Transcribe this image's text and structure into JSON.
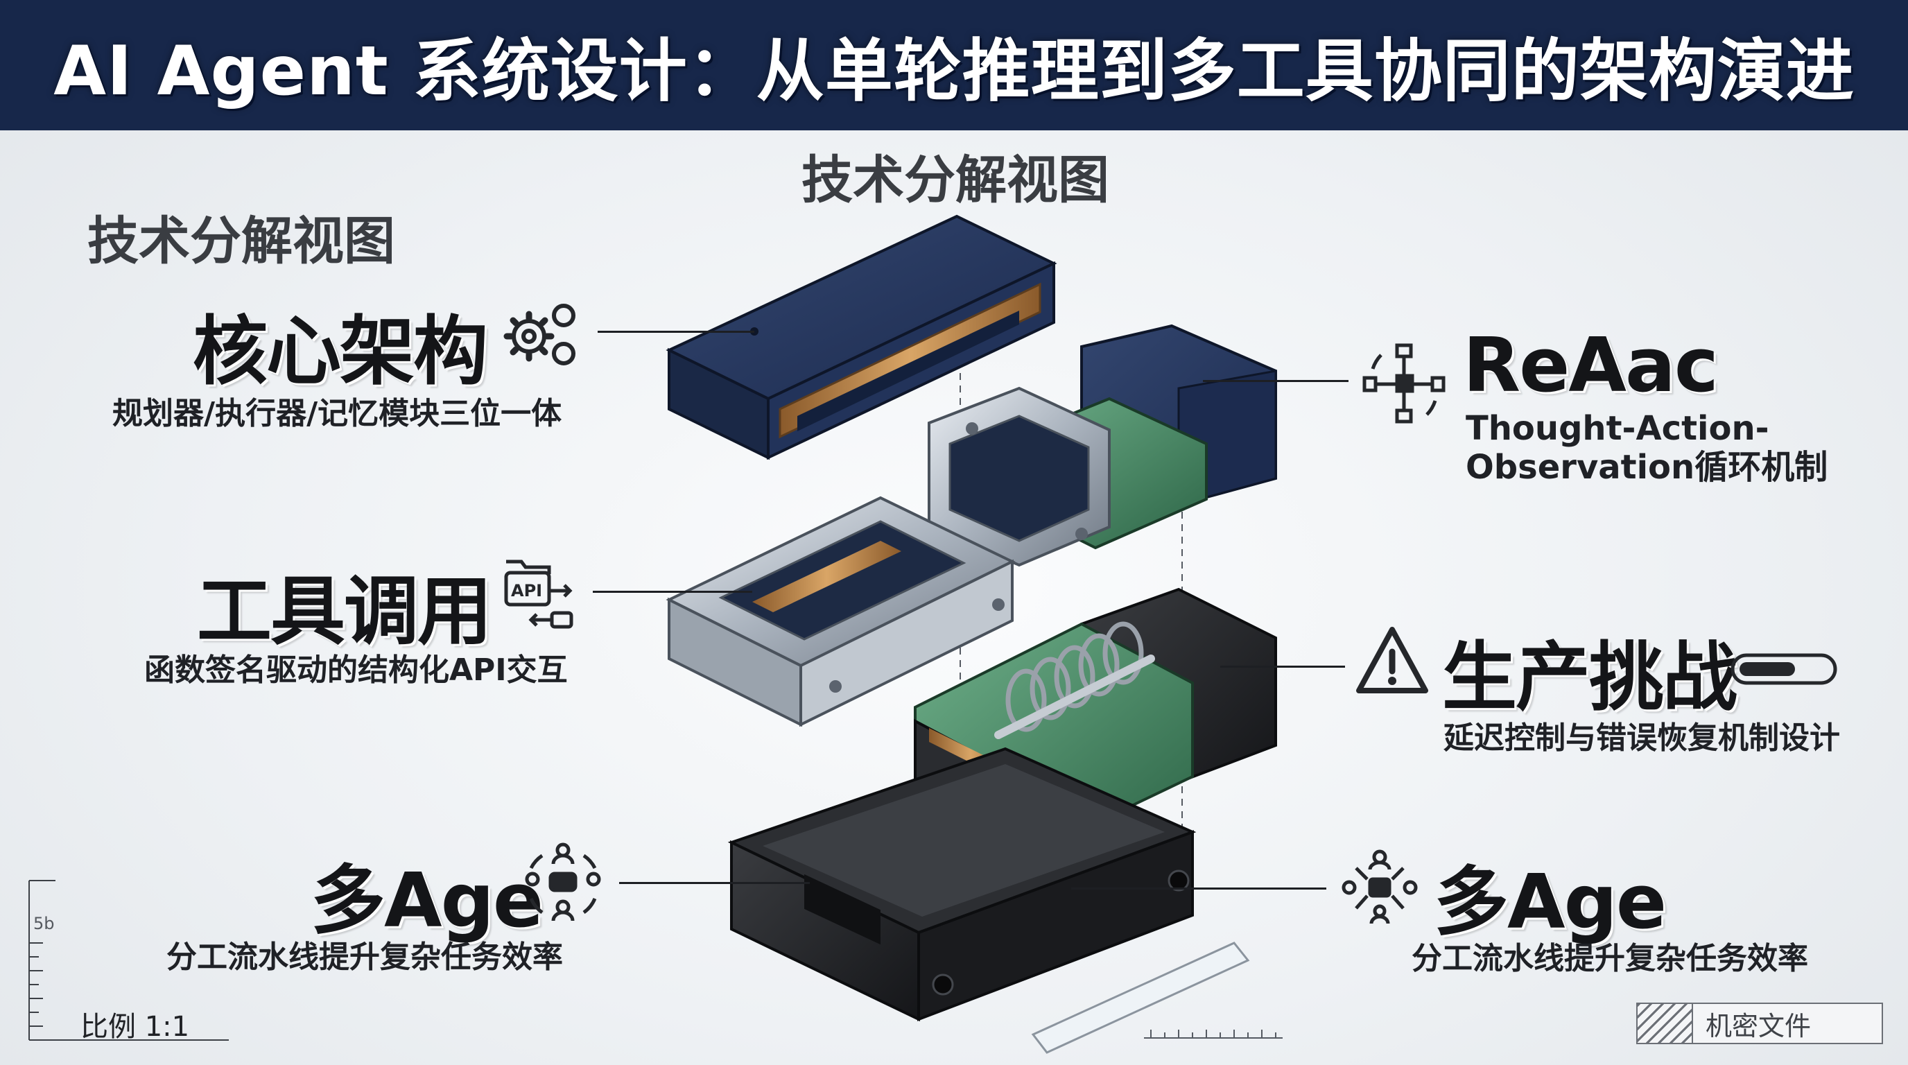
{
  "title": "AI Agent 系统设计：从单轮推理到多工具协同的架构演进",
  "subtitle_center": "技术分解视图",
  "subtitle_left": "技术分解视图",
  "labels": {
    "core": {
      "title": "核心架构",
      "desc": "规划器/执行器/记忆模块三位一体",
      "icon": "gears-icon"
    },
    "react": {
      "title": "ReAac",
      "desc_line1": "Thought-Action-",
      "desc_line2": "Observation循环机制",
      "icon": "flow-cycle-icon"
    },
    "tools": {
      "title": "工具调用",
      "desc": "函数签名驱动的结构化API交互",
      "icon": "api-icon",
      "icon_text": "API"
    },
    "production": {
      "title": "生产挑战",
      "desc": "延迟控制与错误恢复机制设计",
      "icon": "warning-icon"
    },
    "multi_left": {
      "title": "多Age",
      "desc": "分工流水线提升复杂任务效率",
      "icon": "agent-network-icon"
    },
    "multi_right": {
      "title": "多Age",
      "desc": "分工流水线提升复杂任务效率",
      "icon": "agent-network-icon"
    }
  },
  "footer": {
    "scale": "比例 1:1",
    "stamp": "机密文件",
    "ruler_mark": "5b"
  },
  "colors": {
    "banner": "#17274a",
    "navy_part": "#1f2f55",
    "metal_part": "#aeb6c0",
    "green_part": "#3b7d5a",
    "dark_part": "#222427",
    "copper": "#b98449"
  }
}
